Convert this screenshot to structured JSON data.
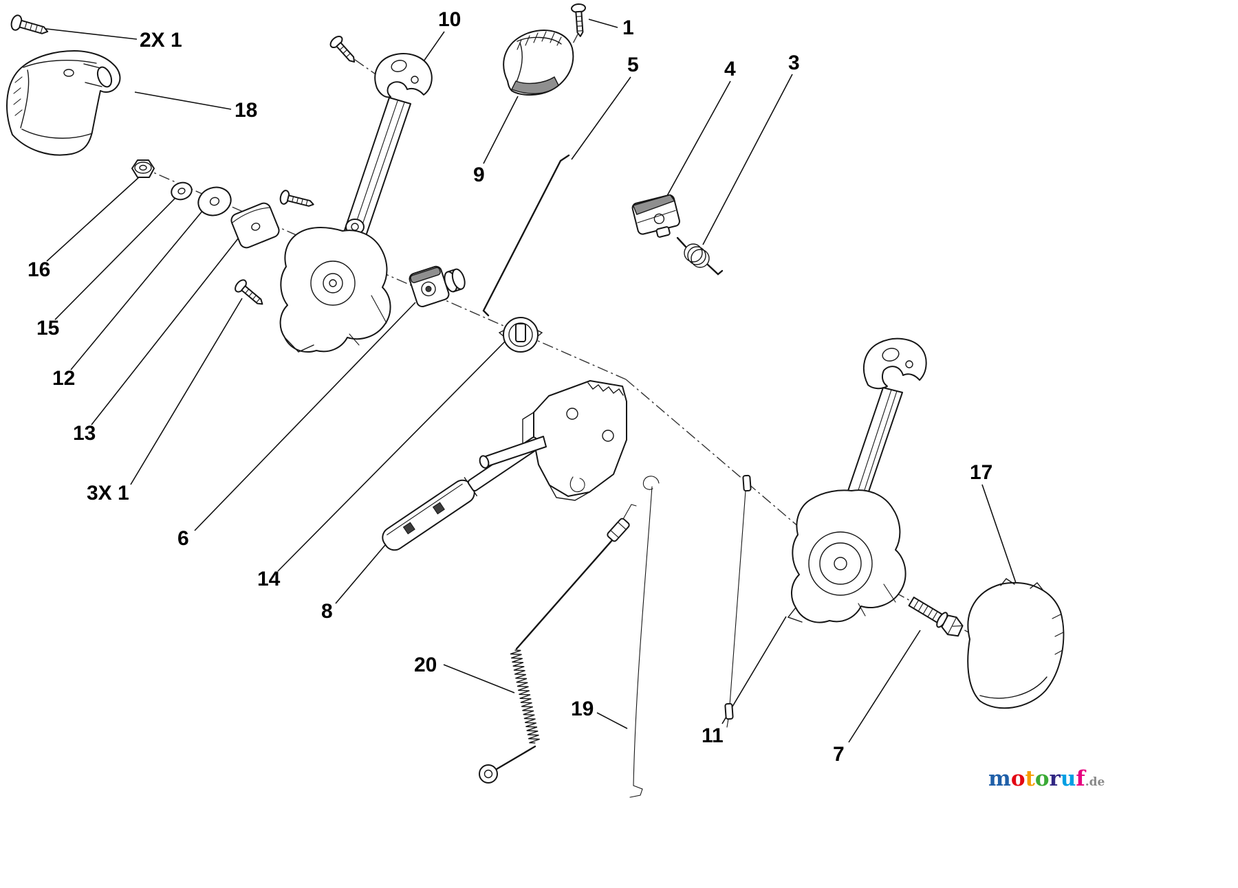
{
  "diagram": {
    "kind": "exploded-parts-diagram"
  },
  "callouts": {
    "c1": "1",
    "c2x1": "2X 1",
    "c3": "3",
    "c4": "4",
    "c5": "5",
    "c6": "6",
    "c7": "7",
    "c8": "8",
    "c9": "9",
    "c10": "10",
    "c11": "11",
    "c12": "12",
    "c13": "13",
    "c14": "14",
    "c15": "15",
    "c16": "16",
    "c17": "17",
    "c18": "18",
    "c19": "19",
    "c20": "20",
    "c3x1": "3X 1"
  },
  "watermark": {
    "letters": [
      "m",
      "o",
      "t",
      "o",
      "r",
      "u",
      "f"
    ],
    "suffix": ".de",
    "colors": [
      "#1f5fa8",
      "#e30613",
      "#f59c00",
      "#3aaa35",
      "#312783",
      "#009fe3",
      "#e6007e"
    ],
    "suffix_color": "#8a8a8a"
  }
}
